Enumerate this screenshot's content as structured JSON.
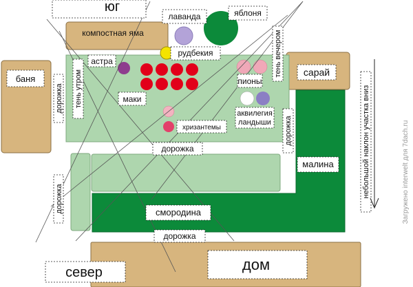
{
  "labels": {
    "south": "юг",
    "north": "север",
    "lavender": "лаванда",
    "apple_tree": "яблоня",
    "compost_pit": "компостная яма",
    "rudbeckia": "рудбекия",
    "aster": "астра",
    "bathhouse": "баня",
    "path_left_top": "дорожка",
    "shade_morning": "тень утром",
    "poppies": "маки",
    "peonies": "пионы",
    "shade_evening": "тень вечером",
    "shed": "сарай",
    "chrysanthemums": "хризантемы",
    "aquilegia": "аквилегия",
    "lily_of_valley": "ландыши",
    "path_right": "дорожка",
    "path_middle": "дорожка",
    "raspberry": "малина",
    "path_left_bottom": "дорожка",
    "currant": "смородина",
    "path_bottom": "дорожка",
    "house": "дом",
    "slope_note": "небольшой наклон участка вниз",
    "watermark": "Загружено interwelt для 7dach.ru"
  },
  "colors": {
    "building": "#d7b57e",
    "building_border": "#8a6f44",
    "bed_light": "#aed6ae",
    "bed_border": "#7fa87f",
    "bed_dark": "#0c8a3a",
    "poppy": "#e2001a",
    "aster_flower": "#8e3d8e",
    "lavender_flower": "#b3a3d8",
    "rudbeckia_flower": "#f4e400",
    "peony": "#f0a8b8",
    "chrysanthemum_light": "#f3b3c0",
    "chrysanthemum_dark": "#e3416a",
    "aquilegia_flower": "#8b7fc4"
  }
}
